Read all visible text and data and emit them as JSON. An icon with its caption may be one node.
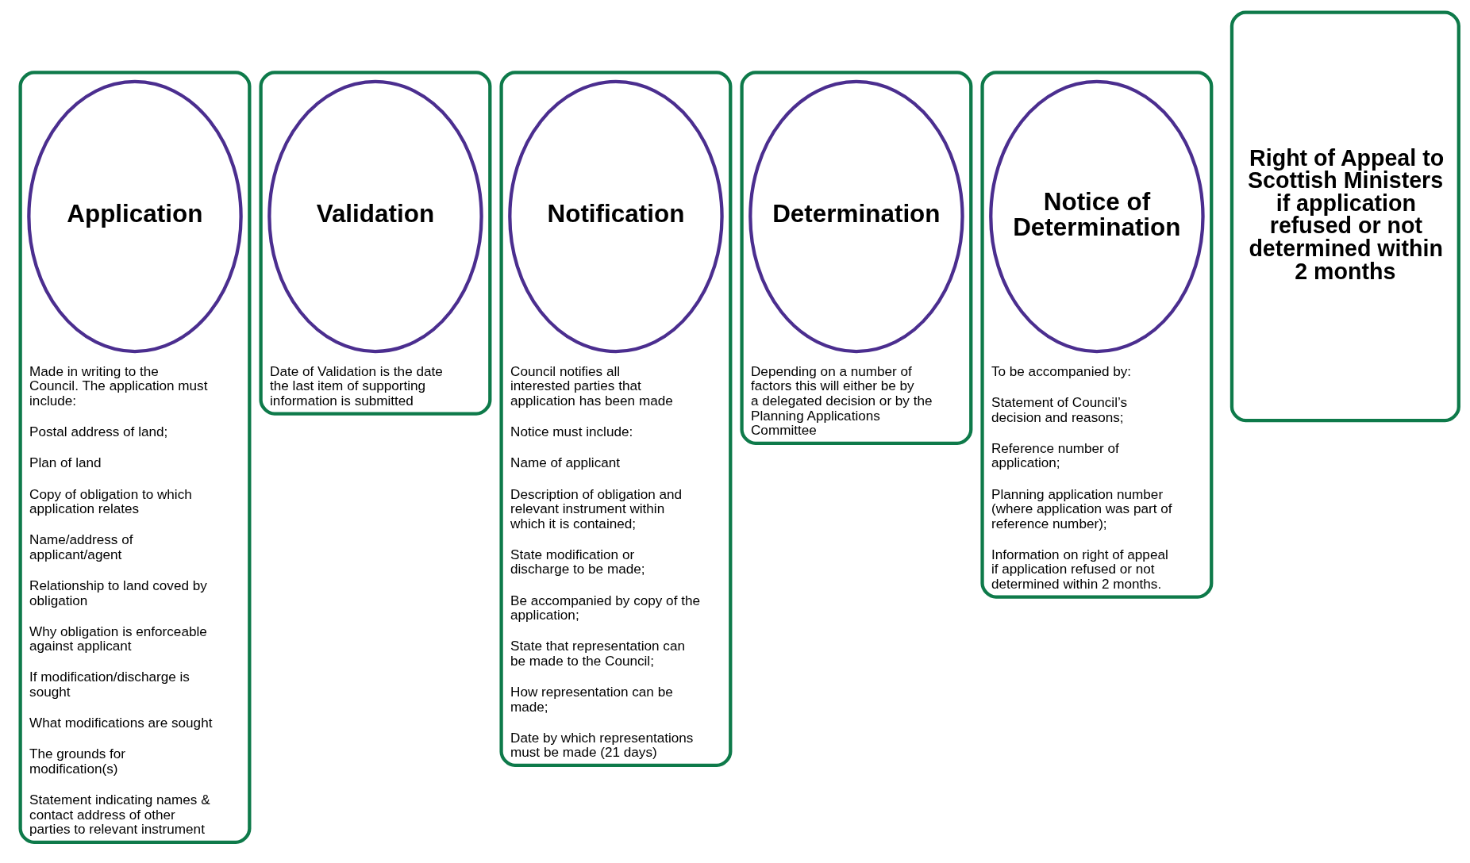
{
  "diagram": {
    "nodes": [
      {
        "text": [
          "Made in writing to the Council. The application must include:",
          "Postal address of land;",
          "Plan of land",
          "Copy of obligation to which application relates",
          "Name/address of applicant/agent",
          "Relationship to land coved by obligation",
          "Why obligation is enforceable against applicant",
          "If modification/discharge is sought",
          "What modifications are sought",
          "The grounds for modification(s)",
          "Statement indicating names & contact address of other parties to relevant instrument"
        ]
      },
      {
        "text": [
          "Application"
        ],
        "in": 0
      },
      {
        "text": [
          "Date of Validation is the date the last item of supporting information is submitted"
        ]
      },
      {
        "text": [
          "Validation"
        ],
        "in": 2
      },
      {
        "text": [
          "Council notifies all interested parties that application has been made",
          "Notice must include:",
          "Name of applicant",
          "Description of obligation and relevant instrument within which it is contained;",
          "State modification or discharge to be made;",
          "Be accompanied by copy of the application;",
          "State that representation can be made to the Council;",
          "How representation can be made;",
          "Date by which representations must be made (21 days)"
        ]
      },
      {
        "text": [
          "Notification"
        ],
        "in": 4
      },
      {
        "text": [
          "Depending on a number of factors this will either be by a delegated decision or by the Planning Applications Committee"
        ]
      },
      {
        "text": [
          "Determination"
        ],
        "in": 6
      },
      {
        "text": [
          "To be accompanied by:",
          "Statement of Council’s decision and reasons;",
          "Reference number of application;",
          "Planning application number (where application was part of reference number);",
          "Information on right of appeal if application refused or not determined within 2 months."
        ]
      },
      {
        "text": [
          "Notice of Determination"
        ],
        "in": 8
      },
      {
        "text": [
          "Right of Appeal to Scottish Ministers if application refused or not determined within 2 months"
        ]
      }
    ],
    "edges": []
  }
}
